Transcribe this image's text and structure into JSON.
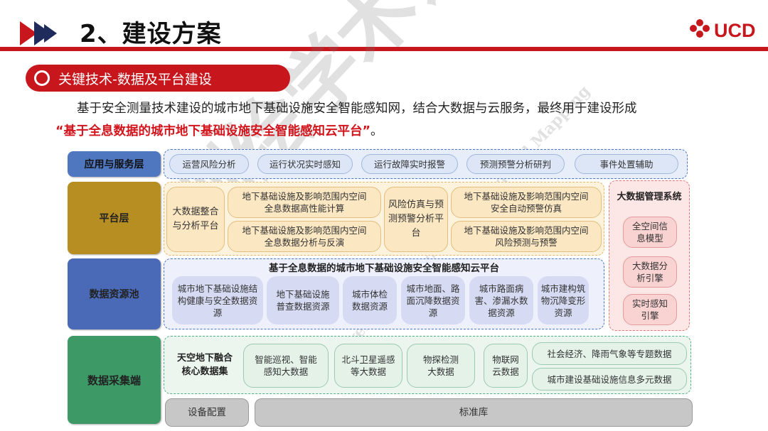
{
  "header": {
    "title": "2、建设方案",
    "logo_text": "UCD"
  },
  "section": {
    "label": "关键技术-数据及平台建设"
  },
  "intro": {
    "line1": "基于安全测量技术建设的城市地下基础设施安全智能感知网，结合大数据与云服务，最终用于建设形成",
    "line2_emphasis": "“基于全息数据的城市地下基础设施安全智能感知云平台”",
    "line2_tail": "。"
  },
  "layers": {
    "app": "应用与服务层",
    "platform": "平台层",
    "pool": "数据资源池",
    "collect": "数据采集端"
  },
  "app_services": [
    "运营风险分析",
    "运行状况实时感知",
    "运行故障实时报警",
    "预测预警分析研判",
    "事件处置辅助"
  ],
  "platform": {
    "big_data": "大数据整合与分析平台",
    "calc": "地下基础设施及影响范围内空间全息数据高性能计算",
    "analysis": "地下基础设施及影响范围内空间全息数据分析与反演",
    "sim": "风险仿真与预测预警分析平台",
    "auto_warn": "地下基础设施及影响范围内空间安全自动预警仿真",
    "risk_pred": "地下基础设施及影响范围内空间风险预测与预警"
  },
  "mgmt": {
    "title": "大数据管理系统",
    "items": [
      "全空间信息模型",
      "大数据分析引擎",
      "实时感知引擎"
    ]
  },
  "pool": {
    "title": "基于全息数据的城市地下基础设施安全智能感知云平台",
    "items": [
      "城市地下基础设施结构健康与安全数据资源",
      "地下基础设施普查数据资源",
      "城市体检数据资源",
      "城市地面、路面沉降数据资源",
      "城市路面病害、渗漏水数据资源",
      "城市建构筑物沉降变形资源"
    ]
  },
  "collect": {
    "core": "天空地下融合核心数据集",
    "items": [
      "智能巡视、智能感知大数据",
      "北斗卫星遥感等大数据",
      "物探检测大数据",
      "物联网云数据"
    ],
    "right": [
      "社会经济、降雨气象等专题数据",
      "城市建设基础设施信息多元数据"
    ]
  },
  "bottom": {
    "device": "设备配置",
    "standard": "标准库"
  },
  "watermark": {
    "cn": "测绘学术讲堂",
    "en": "High-level Lectures on Surveying and Mapping"
  },
  "colors": {
    "brand_red": "#c8161d",
    "app_layer": "#4f77c0",
    "platform_layer": "#b78e22",
    "pool_layer": "#4a6ab7",
    "collect_layer": "#3d9a67",
    "mgmt_bg": "#fde6e6"
  }
}
